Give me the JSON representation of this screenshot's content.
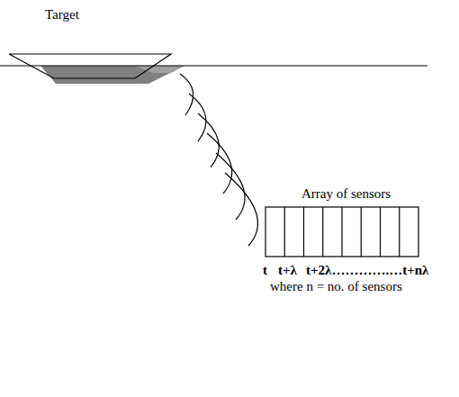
{
  "diagram": {
    "labels": [
      "Target",
      "Array of sensors",
      "t",
      "t+λ",
      "t+2λ………….…t+nλ",
      "where n = no. of sensors"
    ]
  }
}
